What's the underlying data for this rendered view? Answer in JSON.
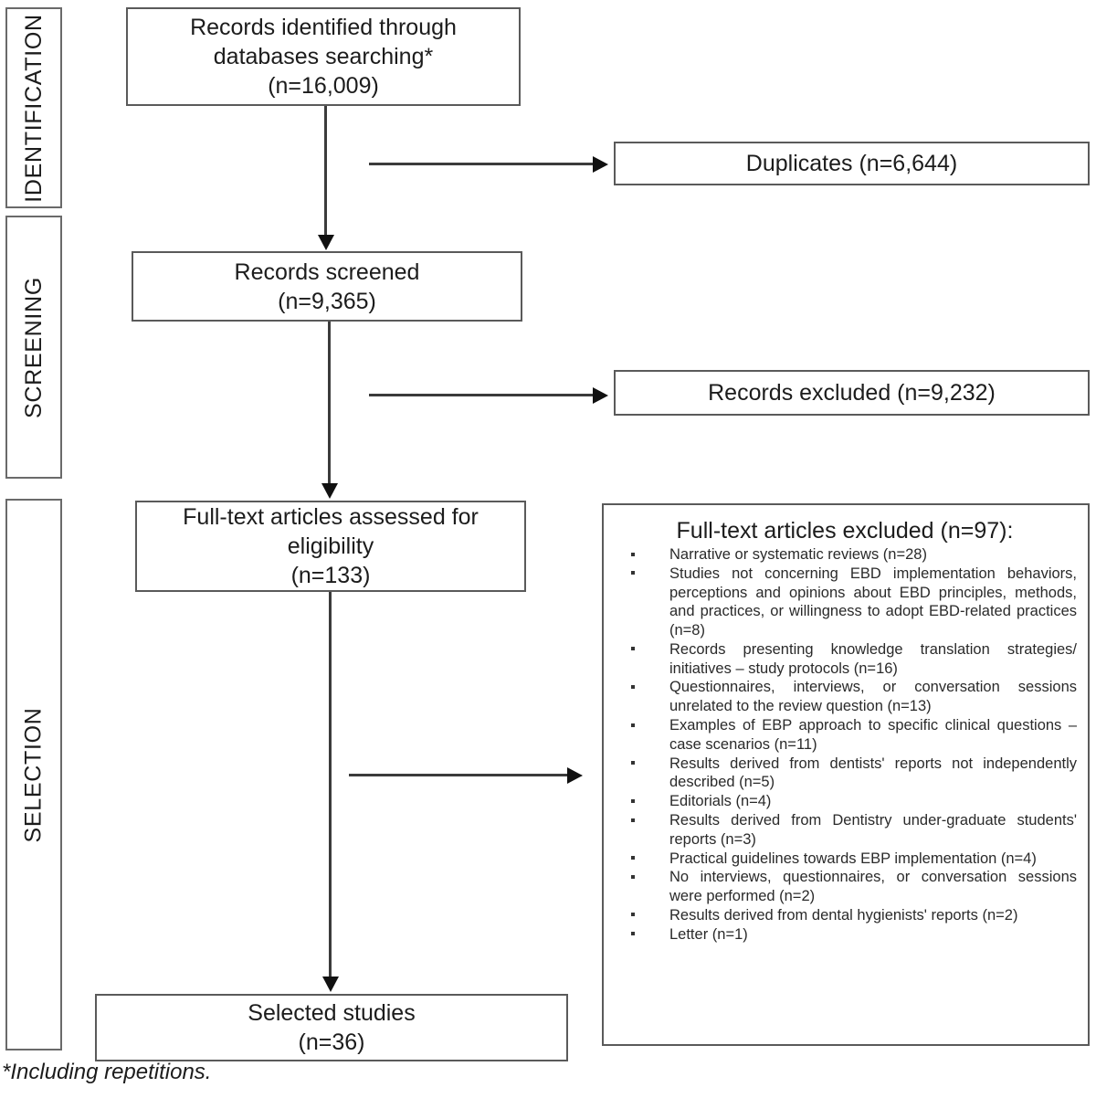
{
  "figure": {
    "type": "prisma-flow-diagram",
    "footnote": "*Including repetitions."
  },
  "stages": [
    {
      "id": "identification",
      "label": "IDENTIFICATION"
    },
    {
      "id": "screening",
      "label": "SCREENING"
    },
    {
      "id": "selection",
      "label": "SELECTION"
    }
  ],
  "flow_boxes": {
    "identified": {
      "line1": "Records identified through",
      "line2": "databases searching*",
      "line3": "(n=16,009)",
      "count": 16009
    },
    "screened": {
      "line1": "Records screened",
      "line2": "(n=9,365)",
      "count": 9365
    },
    "fulltext_assessed": {
      "line1": "Full-text articles assessed for",
      "line2": "eligibility",
      "line3": "(n=133)",
      "count": 133
    },
    "selected": {
      "line1": "Selected studies",
      "line2": "(n=36)",
      "count": 36
    }
  },
  "side_boxes": {
    "duplicates": {
      "label": "Duplicates (n=6,644)",
      "count": 6644
    },
    "records_excluded": {
      "label": "Records excluded (n=9,232)",
      "count": 9232
    }
  },
  "exclusion_box": {
    "title": "Full-text articles excluded (n=97):",
    "total": 97,
    "reasons": [
      {
        "text": "Narrative or systematic reviews (n=28)",
        "count": 28
      },
      {
        "text": "Studies not concerning EBD implementation behaviors, perceptions and opinions about EBD principles, methods, and practices, or willingness to adopt EBD-related practices (n=8)",
        "count": 8
      },
      {
        "text": "Records presenting knowledge translation strategies/ initiatives – study protocols (n=16)",
        "count": 16
      },
      {
        "text": "Questionnaires, interviews, or conversation sessions unrelated to the review question (n=13)",
        "count": 13
      },
      {
        "text": "Examples of EBP approach to specific clinical questions – case scenarios (n=11)",
        "count": 11
      },
      {
        "text": "Results derived from dentists' reports not independently described (n=5)",
        "count": 5
      },
      {
        "text": "Editorials (n=4)",
        "count": 4
      },
      {
        "text": "Results derived from Dentistry under-graduate students' reports (n=3)",
        "count": 3
      },
      {
        "text": "Practical guidelines towards EBP implementation (n=4)",
        "count": 4
      },
      {
        "text": "No interviews, questionnaires, or conversation sessions were performed (n=2)",
        "count": 2
      },
      {
        "text": "Results derived from dental hygienists' reports (n=2)",
        "count": 2
      },
      {
        "text": "Letter (n=1)",
        "count": 1
      }
    ]
  },
  "colors": {
    "box_border": "#5a5a5a",
    "arrow": "#3b3b3b",
    "text": "#1c1c1c",
    "background": "#ffffff"
  }
}
